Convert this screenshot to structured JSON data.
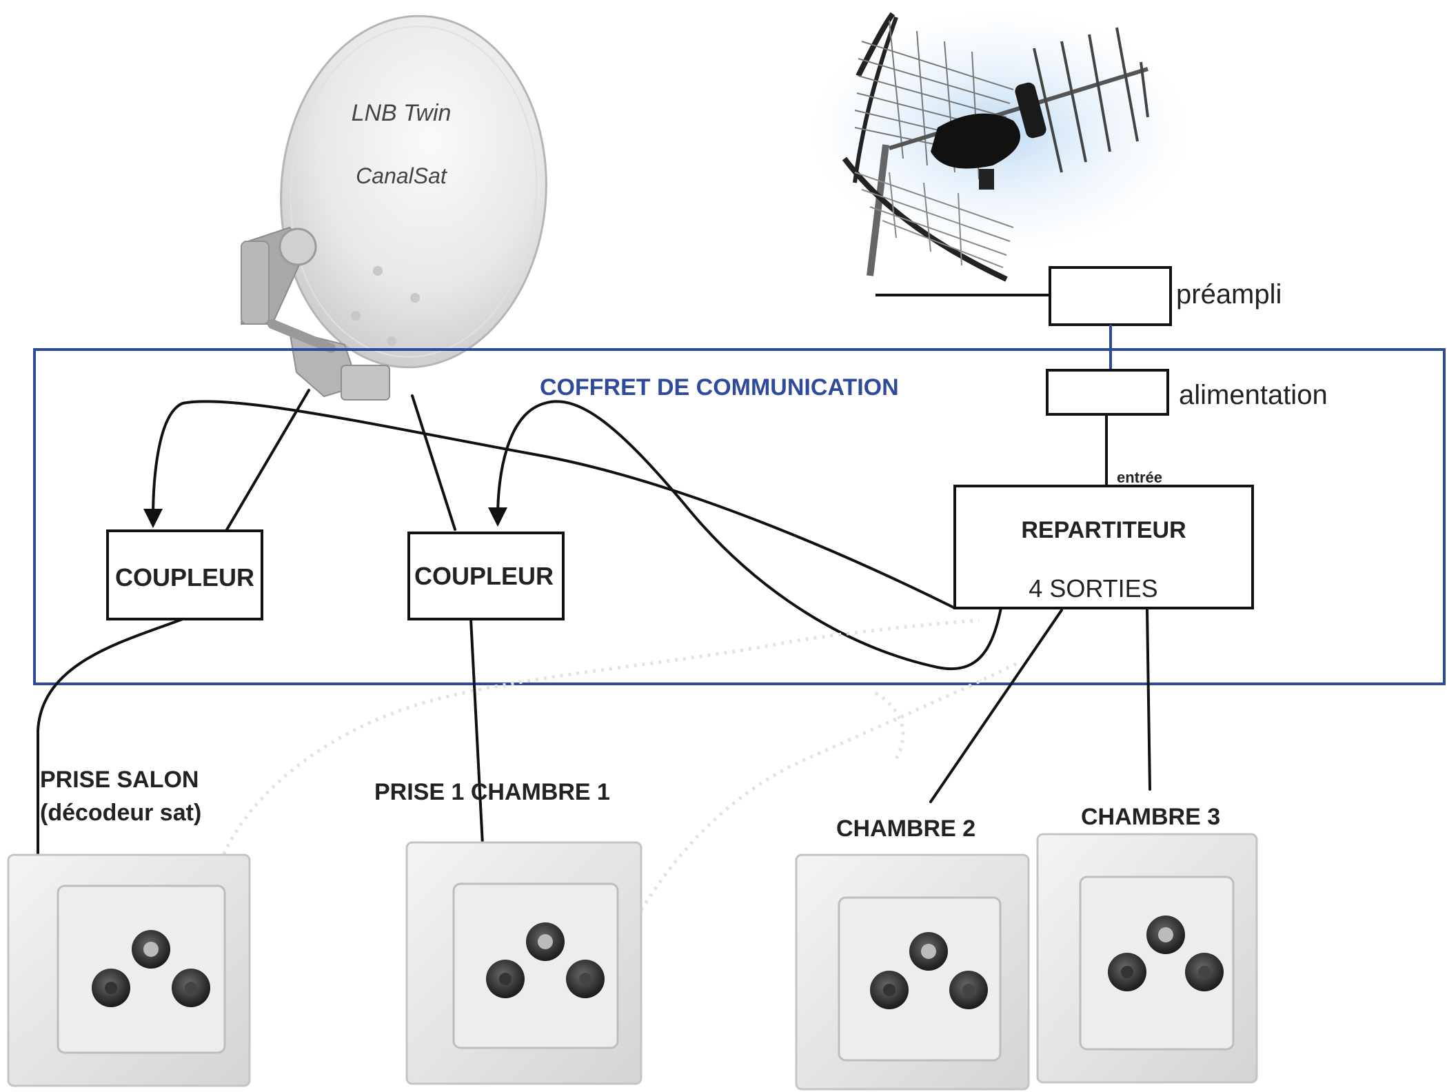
{
  "dish": {
    "line1": "LNB Twin",
    "line2": "CanalSat"
  },
  "preamp": {
    "label": "préampli"
  },
  "power": {
    "label": "alimentation"
  },
  "box": {
    "title": "COFFRET DE COMMUNICATION",
    "color": "#2e4a9a"
  },
  "splitter": {
    "title": "REPARTITEUR",
    "outputs": "4 SORTIES",
    "input_label": "entrée"
  },
  "coupler_left": {
    "label": "COUPLEUR"
  },
  "coupler_right": {
    "label": "COUPLEUR"
  },
  "outlets": {
    "salon_line1": "PRISE SALON",
    "salon_line2": "(décodeur sat)",
    "chambre1": "PRISE 1 CHAMBRE 1",
    "chambre2": "CHAMBRE 2",
    "chambre3": "CHAMBRE 3"
  },
  "icons": [
    "satellite-dish-icon",
    "terrestrial-antenna-icon",
    "wall-socket-icon"
  ]
}
